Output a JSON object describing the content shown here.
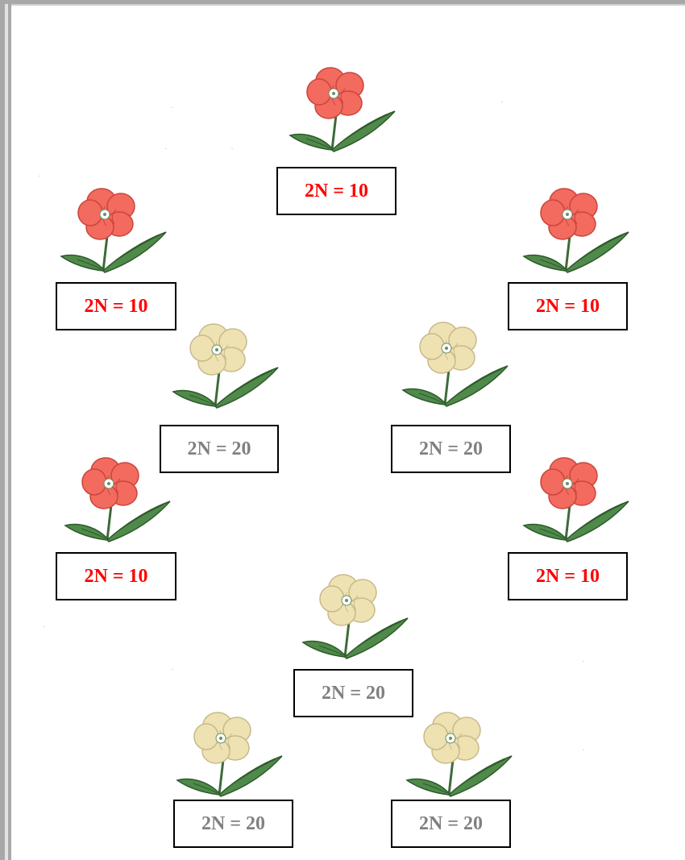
{
  "colors": {
    "red_text": "#ff0000",
    "gray_text": "#808080",
    "red_petal": "#f36a5f",
    "yellow_petal": "#efe2b2",
    "leaf": "#4f8a4a"
  },
  "items": [
    {
      "label": "2N = 10",
      "kind": "red"
    },
    {
      "label": "2N = 10",
      "kind": "red"
    },
    {
      "label": "2N = 10",
      "kind": "red"
    },
    {
      "label": "2N = 20",
      "kind": "yellow"
    },
    {
      "label": "2N = 20",
      "kind": "yellow"
    },
    {
      "label": "2N = 10",
      "kind": "red"
    },
    {
      "label": "2N = 10",
      "kind": "red"
    },
    {
      "label": "2N = 20",
      "kind": "yellow"
    },
    {
      "label": "2N = 20",
      "kind": "yellow"
    },
    {
      "label": "2N = 20",
      "kind": "yellow"
    }
  ]
}
